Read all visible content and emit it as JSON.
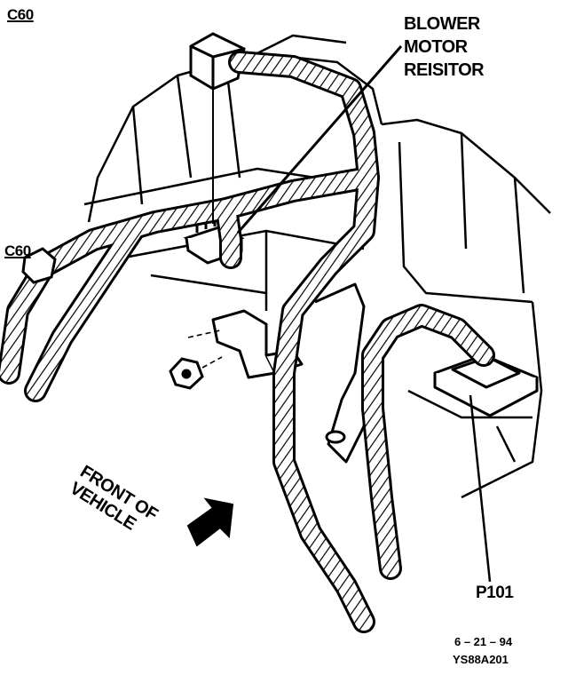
{
  "figure": {
    "code": "C60",
    "left_label": "C60",
    "component_label": [
      "BLOWER",
      "MOTOR",
      "REISITOR"
    ],
    "connector_label": "P101",
    "orientation_label": [
      "FRONT OF",
      "VEHICLE"
    ],
    "date": "6 – 21 – 94",
    "figure_id": "YS88A201"
  },
  "colors": {
    "ink": "#000000",
    "paper": "#ffffff"
  }
}
